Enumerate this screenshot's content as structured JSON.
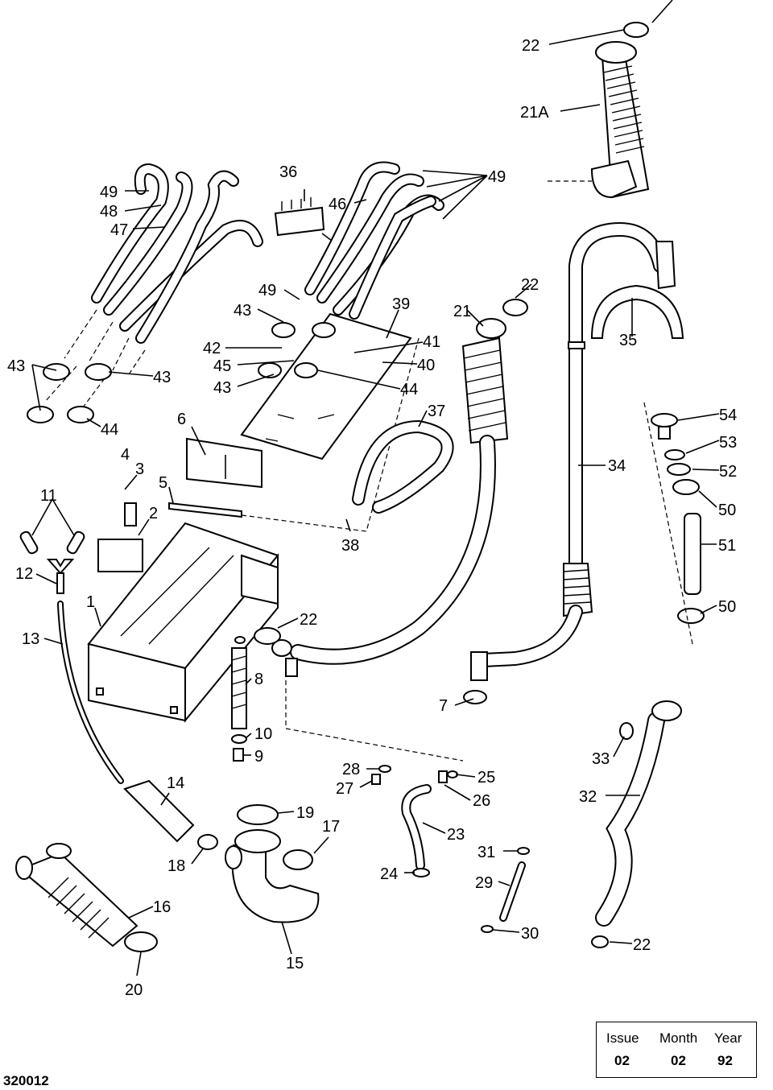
{
  "callouts": [
    {
      "id": "c-22-top",
      "text": "22"
    },
    {
      "id": "c-21A",
      "text": "21A"
    },
    {
      "id": "c-49-left",
      "text": "49"
    },
    {
      "id": "c-48",
      "text": "48"
    },
    {
      "id": "c-47",
      "text": "47"
    },
    {
      "id": "c-36",
      "text": "36"
    },
    {
      "id": "c-46",
      "text": "46"
    },
    {
      "id": "c-49-right",
      "text": "49"
    },
    {
      "id": "c-49-mid",
      "text": "49"
    },
    {
      "id": "c-43-mid",
      "text": "43"
    },
    {
      "id": "c-39",
      "text": "39"
    },
    {
      "id": "c-21",
      "text": "21"
    },
    {
      "id": "c-22-mid",
      "text": "22"
    },
    {
      "id": "c-35",
      "text": "35"
    },
    {
      "id": "c-43-left",
      "text": "43"
    },
    {
      "id": "c-43-left2",
      "text": "43"
    },
    {
      "id": "c-42",
      "text": "42"
    },
    {
      "id": "c-45",
      "text": "45"
    },
    {
      "id": "c-43-low",
      "text": "43"
    },
    {
      "id": "c-41",
      "text": "41"
    },
    {
      "id": "c-40",
      "text": "40"
    },
    {
      "id": "c-44-right",
      "text": "44"
    },
    {
      "id": "c-44-left",
      "text": "44"
    },
    {
      "id": "c-6",
      "text": "6"
    },
    {
      "id": "c-37",
      "text": "37"
    },
    {
      "id": "c-54",
      "text": "54"
    },
    {
      "id": "c-53",
      "text": "53"
    },
    {
      "id": "c-52",
      "text": "52"
    },
    {
      "id": "c-4",
      "text": "4"
    },
    {
      "id": "c-3",
      "text": "3"
    },
    {
      "id": "c-34",
      "text": "34"
    },
    {
      "id": "c-11",
      "text": "11"
    },
    {
      "id": "c-5",
      "text": "5"
    },
    {
      "id": "c-2",
      "text": "2"
    },
    {
      "id": "c-50-top",
      "text": "50"
    },
    {
      "id": "c-38",
      "text": "38"
    },
    {
      "id": "c-51",
      "text": "51"
    },
    {
      "id": "c-12",
      "text": "12"
    },
    {
      "id": "c-1",
      "text": "1"
    },
    {
      "id": "c-22-low",
      "text": "22"
    },
    {
      "id": "c-50-low",
      "text": "50"
    },
    {
      "id": "c-13",
      "text": "13"
    },
    {
      "id": "c-8",
      "text": "8"
    },
    {
      "id": "c-7",
      "text": "7"
    },
    {
      "id": "c-10",
      "text": "10"
    },
    {
      "id": "c-9",
      "text": "9"
    },
    {
      "id": "c-33",
      "text": "33"
    },
    {
      "id": "c-28",
      "text": "28"
    },
    {
      "id": "c-27",
      "text": "27"
    },
    {
      "id": "c-25",
      "text": "25"
    },
    {
      "id": "c-26",
      "text": "26"
    },
    {
      "id": "c-14",
      "text": "14"
    },
    {
      "id": "c-32",
      "text": "32"
    },
    {
      "id": "c-19",
      "text": "19"
    },
    {
      "id": "c-17",
      "text": "17"
    },
    {
      "id": "c-23",
      "text": "23"
    },
    {
      "id": "c-31",
      "text": "31"
    },
    {
      "id": "c-18",
      "text": "18"
    },
    {
      "id": "c-24",
      "text": "24"
    },
    {
      "id": "c-29",
      "text": "29"
    },
    {
      "id": "c-16",
      "text": "16"
    },
    {
      "id": "c-30",
      "text": "30"
    },
    {
      "id": "c-22-bottom",
      "text": "22"
    },
    {
      "id": "c-15",
      "text": "15"
    },
    {
      "id": "c-20",
      "text": "20"
    }
  ],
  "issue_box": {
    "headers": [
      "Issue",
      "Month",
      "Year"
    ],
    "values": [
      "02",
      "02",
      "92"
    ]
  },
  "drawing_number": "320012"
}
